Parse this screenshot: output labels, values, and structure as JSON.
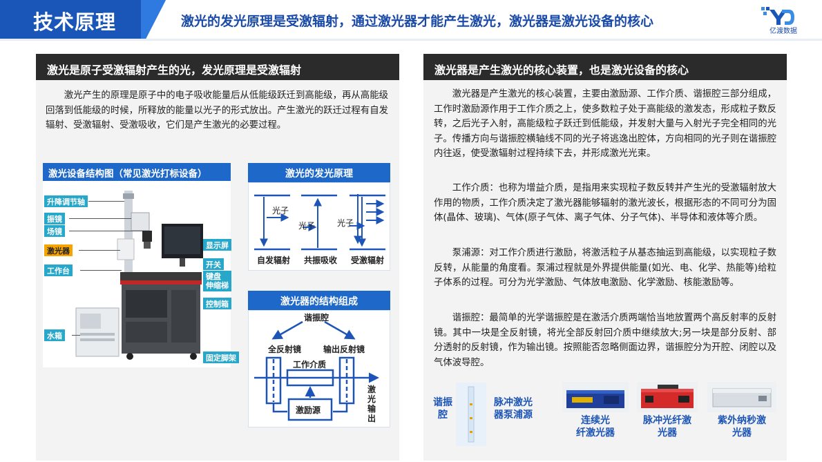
{
  "header": {
    "title": "技术原理",
    "slogan": "激光的发光原理是受激辐射，通过激光器才能产生激光，激光器是激光设备的核心",
    "logo_text": "亿渡数据"
  },
  "left_panel": {
    "heading": "激光是原子受激辐射产生的光，发光原理是受激辐射",
    "paragraph": "激光产生的原理是原子中的电子吸收能量后从低能级跃迁到高能级，再从高能级回落到低能级的时候，所释放的能量以光子的形式放出。产生激光的跃迁过程有自发辐射、受激辐射、受激吸收，它们是产生激光的必要过程。",
    "structure_diagram": {
      "title": "激光设备结构图（常见激光打标设备）",
      "labels": [
        "升降调节轴",
        "振镜",
        "场镜",
        "激光器",
        "工作台",
        "水箱",
        "显示屏",
        "开关",
        "键盘伸缩梯",
        "控制箱",
        "固定脚架"
      ],
      "label_keyboard_line1": "键盘",
      "label_keyboard_line2": "伸缩梯"
    },
    "emission_diagram": {
      "title": "激光的发光原理",
      "photon_label": "光子",
      "captions": [
        "自发辐射",
        "共振吸收",
        "受激辐射"
      ]
    },
    "laser_structure": {
      "title": "激光器的结构组成",
      "resonator": "谐振腔",
      "full_mirror": "全反射镜",
      "output_mirror": "输出反射镜",
      "medium": "工作介质",
      "pump": "激励源",
      "output_line1": "激",
      "output_line2": "光",
      "output_line3": "输",
      "output_line4": "出"
    }
  },
  "right_panel": {
    "heading": "激光器是产生激光的核心装置，也是激光设备的核心",
    "paragraphs": [
      "激光器是产生激光的核心装置，主要由激励源、工作介质、谐振腔三部分组成，工作时激励源作用于工作介质之上，使多数粒子处于高能级的激发态，形成粒子数反转，之后光子入射，高能级粒子跃迁到低能级，并发射大量与入射光子完全相同的光子。传播方向与谐振腔横轴线不同的光子将逃逸出腔体，方向相同的光子则在谐振腔内往返，使受激辐射过程持续下去，并形成激光光束。",
      "工作介质：也称为增益介质，是指用来实现粒子数反转并产生光的受激辐射放大作用的物质，工作介质决定了激光器能够辐射的激光波长，根据形态的不同可分为固体(晶体、玻璃)、气体(原子气体、离子气体、分子气体)、半导体和液体等介质。",
      "泵浦源：对工作介质进行激励，将激活粒子从基态抽运到高能级，以实现粒子数反转，从能量的角度看。泵浦过程就是外界提供能量(如光、电、化学、热能等)给粒子体系的过程。可分为光学激励、气体放电激励、化学激励、核能激励等。",
      "谐振腔：最简单的光学谐振腔是在激活介质两端恰当地放置两个高反射率的反射镜。其中一块是全反射镜，将光全部反射回介质中继续放大;另一块是部分反射、部分透射的反射镜，作为输出镜。按照能否忽略侧面边界，谐振腔分为开腔、闭腔以及气体波导腔。"
    ],
    "bottom": {
      "resonator_line1": "谐振",
      "resonator_line2": "腔",
      "pump_line1": "脉冲激光",
      "pump_line2": "器泵浦源",
      "products": [
        {
          "line1": "连续光",
          "line2": "纤激光器"
        },
        {
          "line1": "脉冲光纤激",
          "line2": "光器"
        },
        {
          "line1": "紫外纳秒激",
          "line2": "光器"
        }
      ]
    }
  },
  "colors": {
    "brand_blue": "#1a56b8",
    "section_blue": "#1d68c8",
    "tag_teal": "#27a7c9",
    "tag_highlight": "#f5a400",
    "heading_bar": "#2b2b2b"
  }
}
